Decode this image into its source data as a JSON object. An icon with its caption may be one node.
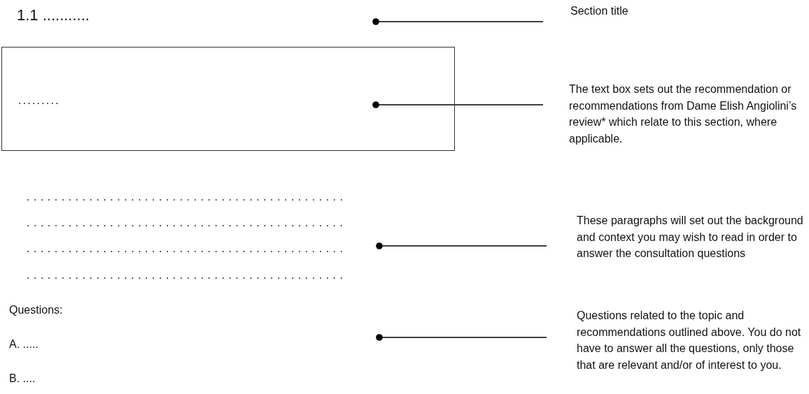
{
  "diagram": {
    "nodes": [
      {
        "text": [
          "........."
        ]
      },
      {
        "text": [
          "Section title"
        ]
      },
      {
        "text": [
          "The text box sets out the recommendation or recommendations from Dame Elish Angiolini’s review* which relate to this section, where applicable."
        ]
      },
      {
        "text": [
          "These paragraphs will set out the background and context you may wish to read in order to answer the consultation questions"
        ]
      },
      {
        "text": [
          "Questions related to the topic and recommendations outlined above. You do not have to answer all the questions, only those that are relevant and/or of interest to you."
        ]
      }
    ],
    "edges": [
      {
        "from": 1,
        "to": null,
        "arrow": "other"
      },
      {
        "from": 2,
        "to": 0,
        "arrow": "other"
      },
      {
        "from": 3,
        "to": null,
        "arrow": "other"
      },
      {
        "from": 4,
        "to": null,
        "arrow": "other"
      }
    ],
    "labels": [
      "1.1 ...........",
      "..............................................",
      "..............................................",
      "..............................................",
      "..............................................",
      "Questions:",
      "A. .....",
      "B. ...."
    ]
  }
}
